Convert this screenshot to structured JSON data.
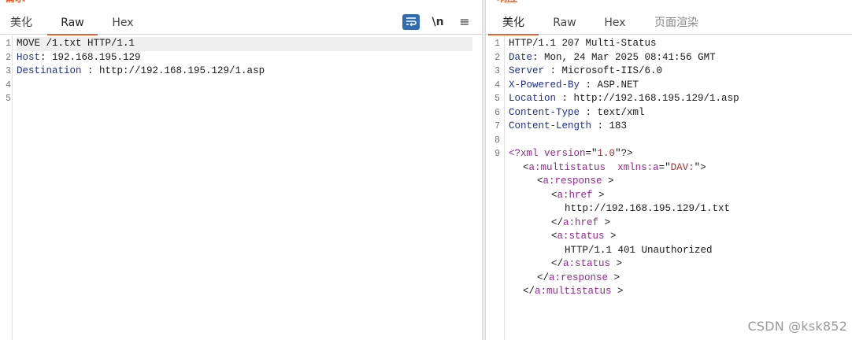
{
  "request": {
    "title": "请求",
    "tabs": [
      "美化",
      "Raw",
      "Hex"
    ],
    "active_tab": "Raw",
    "toolbar": {
      "wrap_icon": "wrap-lines-icon",
      "newline_label": "\\n",
      "menu_label": "≡"
    },
    "line_numbers": [
      "1",
      "2",
      "3",
      "4",
      "5"
    ],
    "lines": [
      {
        "text": "MOVE /1.txt HTTP/1.1"
      },
      {
        "key": "Host",
        "sep": ": ",
        "value": "192.168.195.129"
      },
      {
        "key": "Destination",
        "sep": " : ",
        "value": "http://192.168.195.129/1.asp"
      },
      {
        "text": ""
      },
      {
        "text": ""
      }
    ]
  },
  "response": {
    "title": "响应",
    "tabs": [
      "美化",
      "Raw",
      "Hex",
      "页面渲染"
    ],
    "active_tab": "美化",
    "line_numbers": [
      "1",
      "2",
      "3",
      "4",
      "5",
      "6",
      "7",
      "8",
      "9"
    ],
    "status_line": "HTTP/1.1 207 Multi-Status",
    "headers": [
      {
        "key": "Date",
        "sep": ": ",
        "value": "Mon, 24 Mar 2025 08:41:56 GMT"
      },
      {
        "key": "Server",
        "sep": " : ",
        "value": "Microsoft-IIS/6.0"
      },
      {
        "key": "X-Powered-By",
        "sep": " : ",
        "value": "ASP.NET"
      },
      {
        "key": "Location",
        "sep": " : ",
        "value": "http://192.168.195.129/1.asp"
      },
      {
        "key": "Content-Type",
        "sep": " : ",
        "value": "text/xml"
      },
      {
        "key": "Content-Length",
        "sep": " : ",
        "value": "183"
      }
    ],
    "xml": {
      "decl_open": "<?xml ",
      "decl_attr": "version",
      "decl_eq": "=\"",
      "decl_val": "1.0",
      "decl_close": "\"?>",
      "multistatus_tag": "a:multistatus",
      "xmlns_attr": "xmlns:a",
      "xmlns_eq": "=\"",
      "xmlns_val": "DAV:",
      "xmlns_close": "\">",
      "response_tag": "a:response",
      "href_tag": "a:href",
      "href_value": "http://192.168.195.129/1.txt",
      "status_tag": "a:status",
      "status_value": "HTTP/1.1 401 Unauthorized"
    }
  },
  "watermark": "CSDN @ksk852",
  "colors": {
    "accent": "#e8612c",
    "header_key": "#1f2f99",
    "xml_tag": "#9b2393",
    "xml_string": "#b22a2a"
  }
}
